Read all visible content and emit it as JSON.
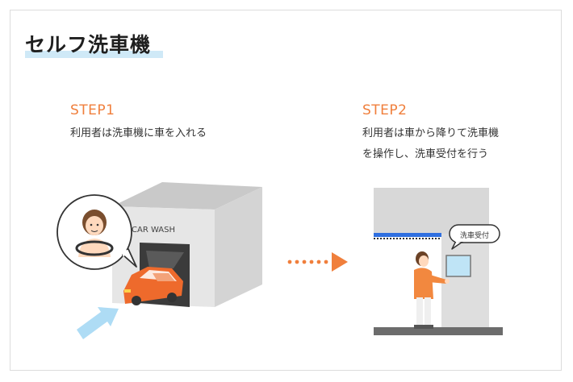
{
  "title": "セルフ洗車機",
  "step1": {
    "label": "STEP1",
    "description": "利用者は洗車機に車を入れる",
    "sign": "CAR WASH"
  },
  "step2": {
    "label": "STEP2",
    "description_line1": "利用者は車から降りて洗車機",
    "description_line2": "を操作し、洗車受付を行う",
    "bubble": "洗車受付"
  },
  "colors": {
    "accent": "#f07f3c",
    "title_highlight": "#cfe9f7",
    "car": "#ee6a2c",
    "entry_arrow": "#aedcf5"
  }
}
